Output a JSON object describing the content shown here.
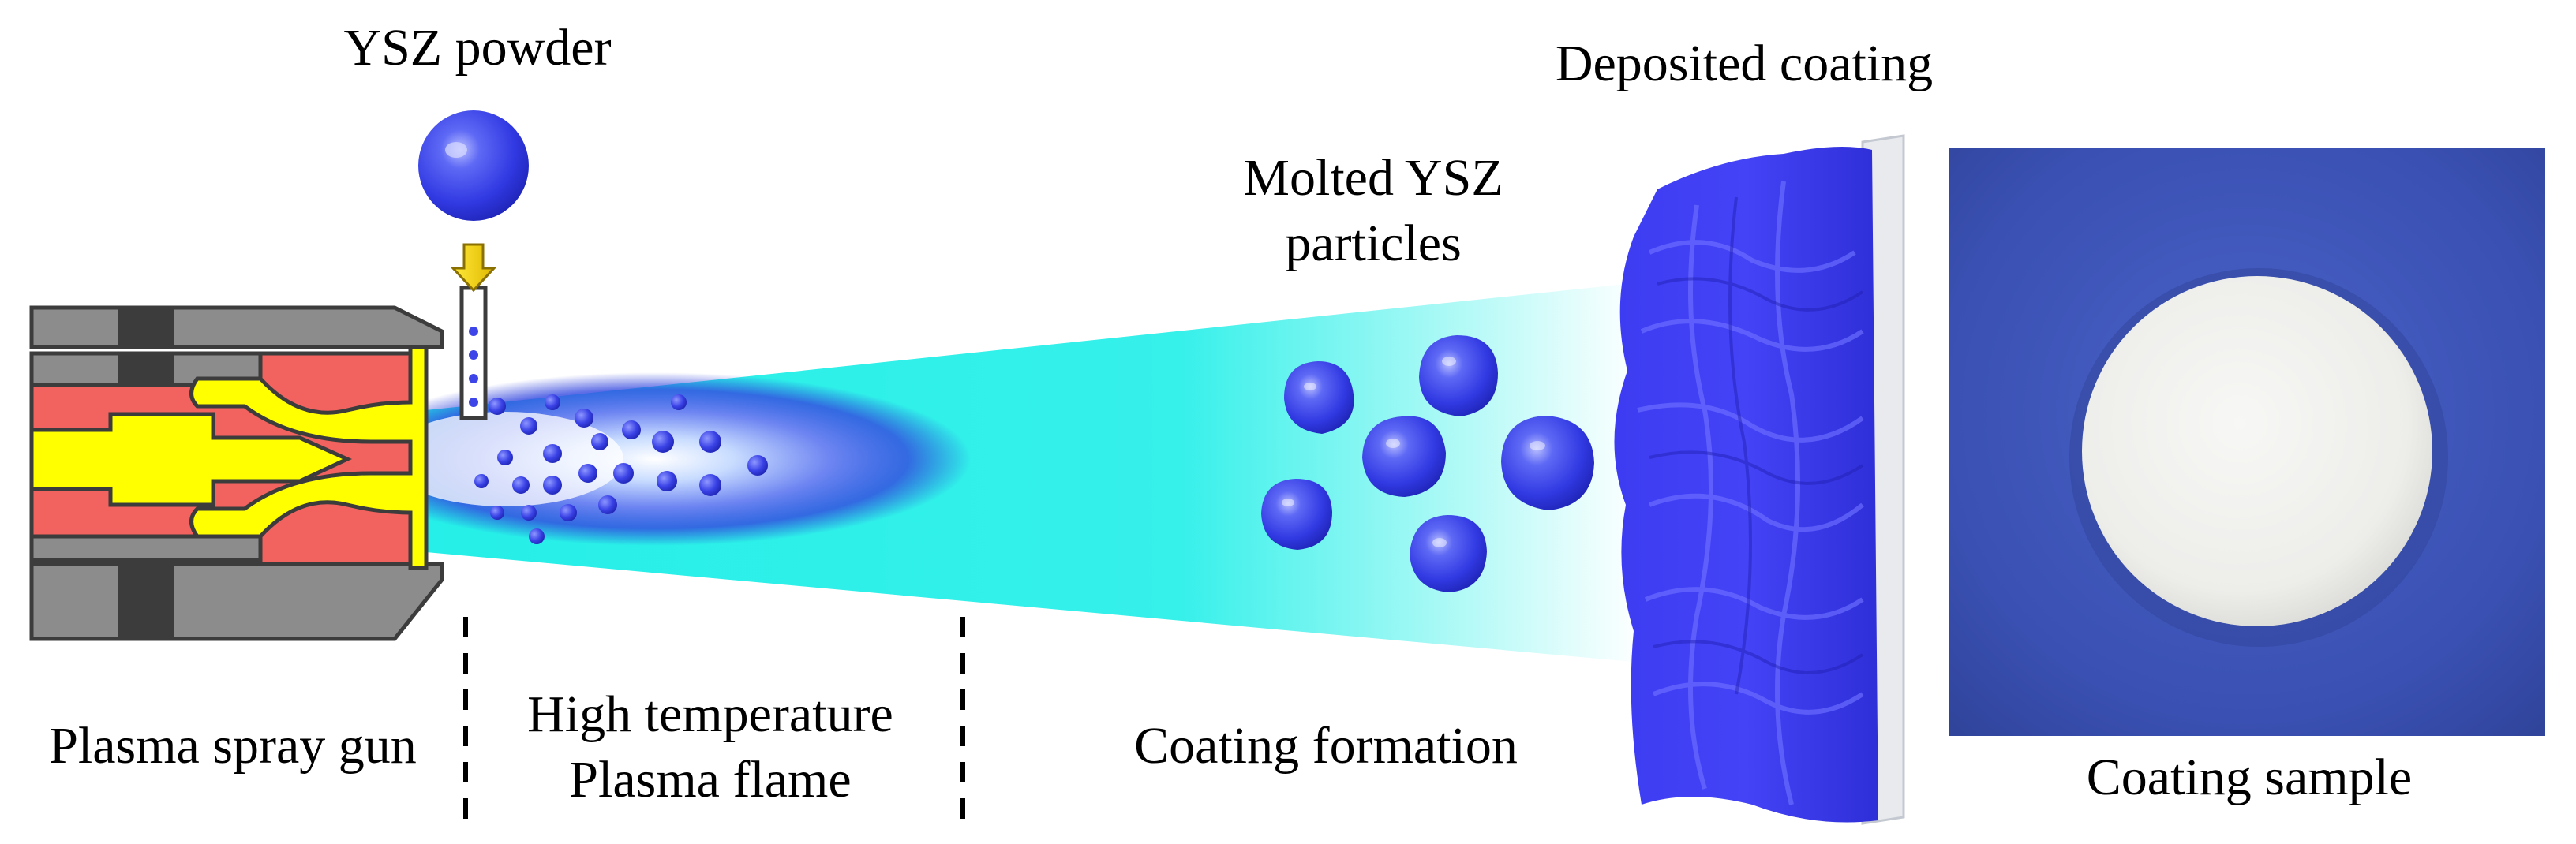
{
  "labels": {
    "ysz_powder": "YSZ powder",
    "deposited_coating": "Deposited coating",
    "molted_particles_line1": "Molted YSZ",
    "molted_particles_line2": "particles",
    "plasma_spray_gun": "Plasma spray gun",
    "high_temp_line1": "High temperature",
    "high_temp_line2": "Plasma flame",
    "coating_formation": "Coating formation",
    "coating_sample": "Coating sample"
  },
  "colors": {
    "gun_body_red": "#f2625e",
    "gun_gray": "#8c8c8c",
    "gun_dark_gray": "#3c3c3c",
    "electrode_yellow": "#ffff00",
    "spray_cyan": "#2ef0e8",
    "flame_blue": "#3f55e6",
    "particle_blue": "#3d45e8",
    "coating_blue": "#3b3cf0",
    "substrate_gray": "#e8eaee",
    "photo_background": "#3a4fb0",
    "sample_disc": "#f0f0ee"
  }
}
